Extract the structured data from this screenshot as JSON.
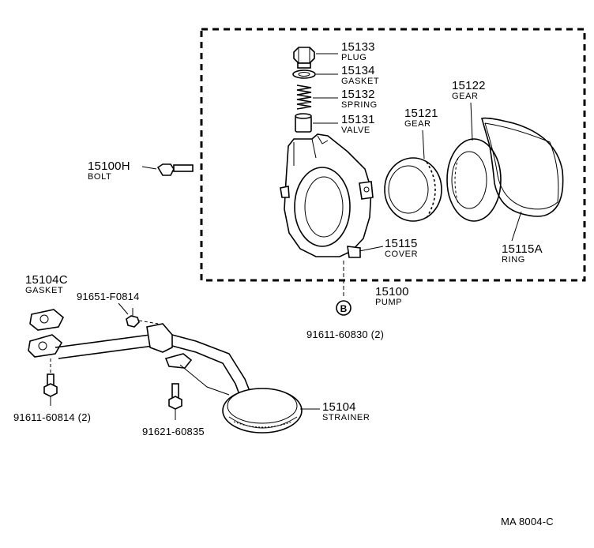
{
  "callouts": {
    "c15133": {
      "number": "15133",
      "name": "PLUG"
    },
    "c15134": {
      "number": "15134",
      "name": "GASKET"
    },
    "c15132": {
      "number": "15132",
      "name": "SPRING"
    },
    "c15131": {
      "number": "15131",
      "name": "VALVE"
    },
    "c15122": {
      "number": "15122",
      "name": "GEAR"
    },
    "c15121": {
      "number": "15121",
      "name": "GEAR"
    },
    "c15100H": {
      "number": "15100H",
      "name": "BOLT"
    },
    "c15115": {
      "number": "15115",
      "name": "COVER"
    },
    "c15115A": {
      "number": "15115A",
      "name": "RING"
    },
    "c15100": {
      "number": "15100",
      "name": "PUMP"
    },
    "c15104C": {
      "number": "15104C",
      "name": "GASKET"
    },
    "c15104": {
      "number": "15104",
      "name": "STRAINER"
    },
    "c91651": {
      "number": "91651-F0814"
    },
    "c91611a": {
      "number": "91611-60830 (2)"
    },
    "c91611b": {
      "number": "91611-60814 (2)"
    },
    "c91621": {
      "number": "91621-60835"
    }
  },
  "ref_marker": "B",
  "diagram_code": "MA  8004-C"
}
